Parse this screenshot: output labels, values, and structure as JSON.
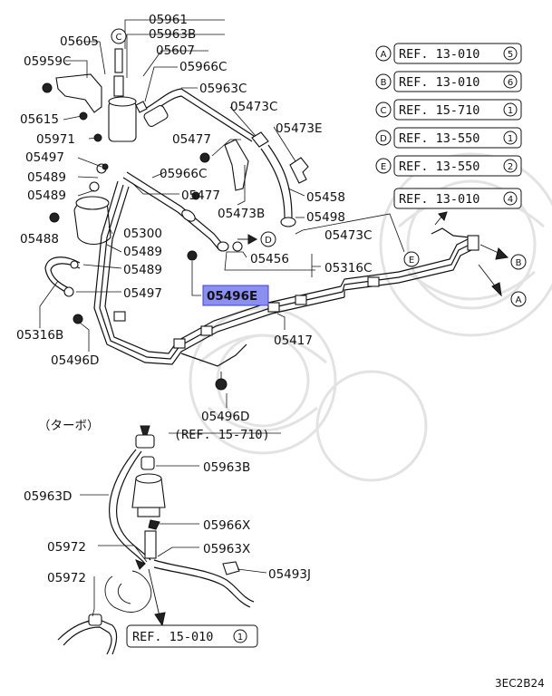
{
  "diagram": {
    "code": "3EC2B24",
    "turbo_note": "（ターボ）",
    "part_labels": {
      "p05961": "05961",
      "p05963B_top": "05963B",
      "p05605": "05605",
      "p05607": "05607",
      "p05959C": "05959C",
      "p05966C_top": "05966C",
      "p05963C": "05963C",
      "p05473C_top": "05473C",
      "p05615": "05615",
      "p05473E": "05473E",
      "p05971": "05971",
      "p05477_a": "05477",
      "p05497_a": "05497",
      "p05966C_mid": "05966C",
      "p05489_a": "05489",
      "p05489_b": "05489",
      "p05477_b": "05477",
      "p05458": "05458",
      "p05473B": "05473B",
      "p05498": "05498",
      "p05488": "05488",
      "p05300": "05300",
      "p05473C_mid": "05473C",
      "p05489_c": "05489",
      "p05456": "05456",
      "p05489_d": "05489",
      "p05316C": "05316C",
      "p05497_b": "05497",
      "p05496E": "05496E",
      "p05316B": "05316B",
      "p05417": "05417",
      "p05496D_left": "05496D",
      "p05496D_mid": "05496D",
      "p05963B_bot": "05963B",
      "p05963D": "05963D",
      "p05966X": "05966X",
      "p05972_a": "05972",
      "p05963X": "05963X",
      "p05493J": "05493J",
      "p05972_b": "05972"
    },
    "ref_table": [
      {
        "letter": "A",
        "ref": "REF. 13-010",
        "num": "5"
      },
      {
        "letter": "B",
        "ref": "REF. 13-010",
        "num": "6"
      },
      {
        "letter": "C",
        "ref": "REF. 15-710",
        "num": "1"
      },
      {
        "letter": "D",
        "ref": "REF. 13-550",
        "num": "1"
      },
      {
        "letter": "E",
        "ref": "REF. 13-550",
        "num": "2"
      }
    ],
    "ref_box_right": {
      "ref": "REF. 13-010",
      "num": "4"
    },
    "ref_turbo_top": "(REF. 15-710)",
    "ref_turbo_bottom": {
      "ref": "REF. 15-010",
      "num": "1"
    },
    "callouts": {
      "c_top": "C",
      "d_mid": "D",
      "e_mid": "E",
      "b_right": "B",
      "a_right": "A"
    }
  }
}
